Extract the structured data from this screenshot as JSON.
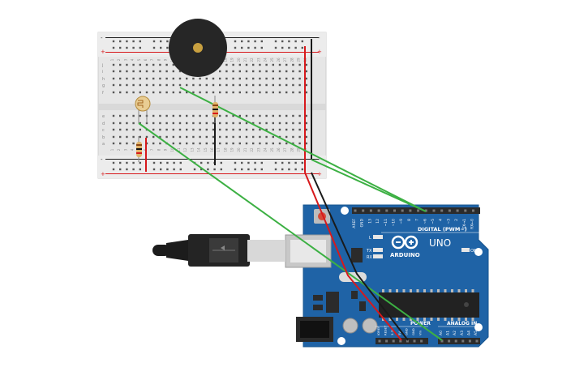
{
  "breadboard": {
    "row_letters_top": [
      "j",
      "i",
      "h",
      "g",
      "f"
    ],
    "row_letters_bottom": [
      "e",
      "d",
      "c",
      "b",
      "a"
    ],
    "column_numbers": [
      "1",
      "2",
      "3",
      "4",
      "5",
      "6",
      "7",
      "8",
      "9",
      "10",
      "11",
      "12",
      "13",
      "14",
      "15",
      "16",
      "17",
      "18",
      "19",
      "20",
      "21",
      "22",
      "23",
      "24",
      "25",
      "26",
      "27",
      "28",
      "29",
      "30"
    ],
    "rail_plus": "+",
    "rail_minus": "-"
  },
  "arduino": {
    "brand": "ARDUINO",
    "model": "UNO",
    "digital_header_label": "DIGITAL (PWM~)",
    "analog_header_label": "ANALOG IN",
    "power_header_label": "POWER",
    "on_label": "ON",
    "tx_label": "TX",
    "rx_label": "RX",
    "l_label": "L",
    "digital_pins": [
      "AREF",
      "GND",
      "13",
      "12",
      "~11",
      "~10",
      "~9",
      "8",
      "7",
      "~6",
      "~5",
      "4",
      "~3",
      "2",
      "TX→1",
      "RX←0"
    ],
    "analog_pins": [
      "A0",
      "A1",
      "A2",
      "A3",
      "A4",
      "A5"
    ],
    "power_pins": [
      "IOREF",
      "RESET",
      "3.3V",
      "5V",
      "GND",
      "GND",
      "Vin"
    ]
  },
  "colors": {
    "wire_green": "#3cb043",
    "wire_red": "#d7191c",
    "wire_black": "#1a1a1a",
    "board_blue": "#1f63a6",
    "breadboard_body": "#e8e8e8"
  },
  "icons": [
    "usb-cable-icon",
    "buzzer-icon",
    "photoresistor-icon",
    "resistor-icon"
  ]
}
